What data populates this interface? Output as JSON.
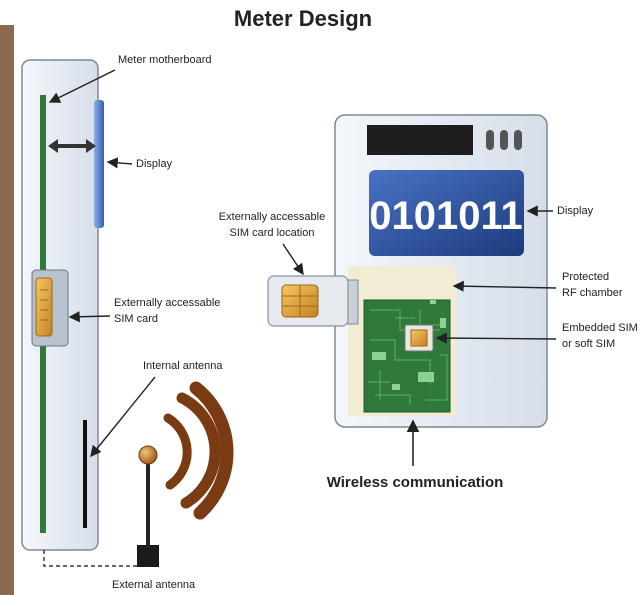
{
  "title": "Meter Design",
  "labels": {
    "motherboard": "Meter motherboard",
    "display_left": "Display",
    "sim_card_line1": "Externally accessable",
    "sim_card_line2": "SIM card",
    "internal_antenna": "Internal antenna",
    "external_antenna": "External antenna",
    "sim_location_line1": "Externally accessable",
    "sim_location_line2": "SIM card location",
    "display_right": "Display",
    "rf_chamber_line1": "Protected",
    "rf_chamber_line2": "RF chamber",
    "embedded_sim_line1": "Embedded SIM",
    "embedded_sim_line2": "or soft SIM",
    "wireless": "Wireless communication"
  },
  "display_value": "0101011",
  "colors": {
    "wall": "#8b6a4e",
    "meter_body": "#e3e9f1",
    "display_blue": "#2a4f9a",
    "circuit_green": "#2f7a3a",
    "sim_gold": "#e0a43a",
    "rf_chamber": "#f3ecd4",
    "wave": "#7a3a12"
  }
}
